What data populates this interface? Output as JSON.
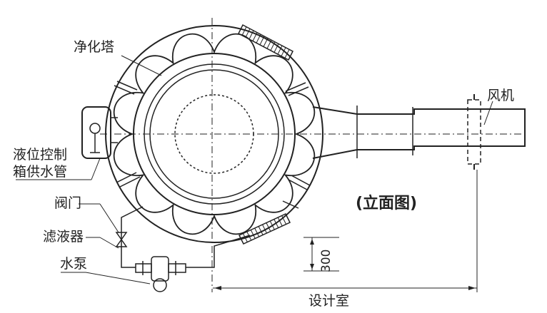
{
  "labels": {
    "purifier_tower": "净化塔",
    "fan": "风机",
    "level_control": "液位控制",
    "water_supply_pipe": "箱供水管",
    "valve": "阀门",
    "filter": "滤液器",
    "pump": "水泵",
    "view_title": "(立面图)",
    "dimension_300": "300",
    "design_room": "设计室"
  },
  "colors": {
    "line": "#222222",
    "background": "#ffffff"
  }
}
